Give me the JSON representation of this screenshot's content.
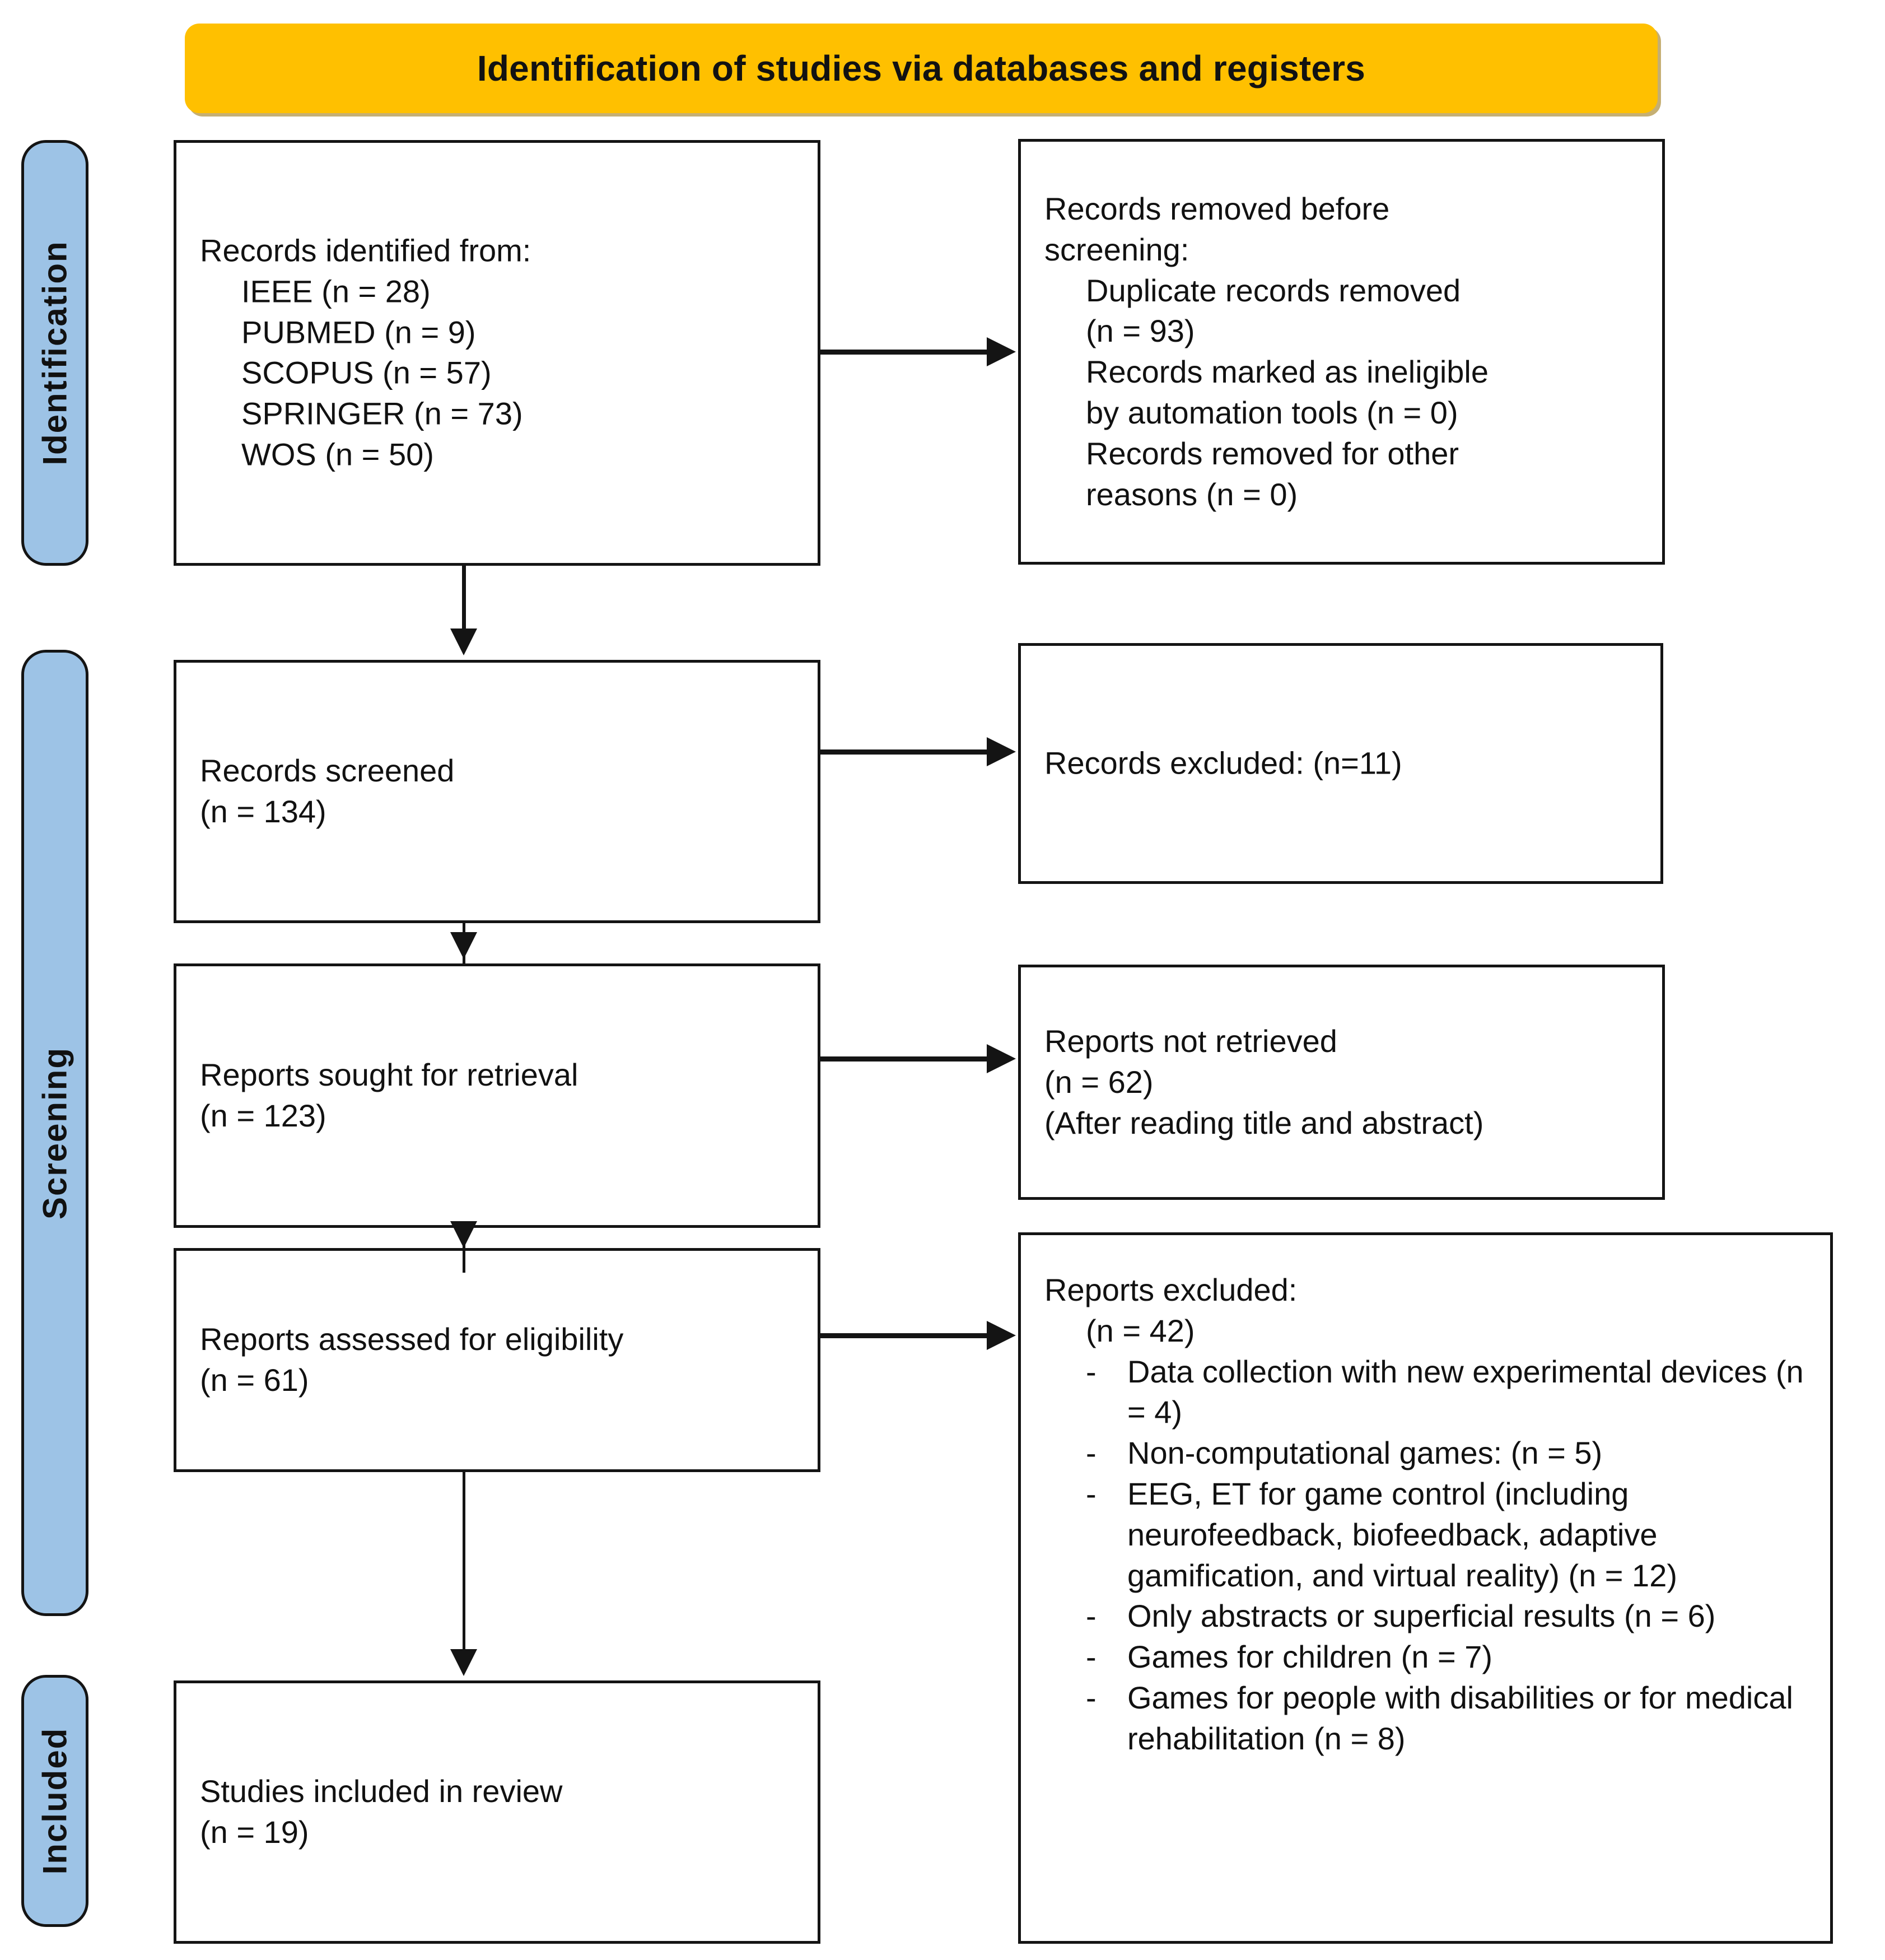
{
  "banner": {
    "title": "Identification of studies via databases and registers",
    "bg_color": "#FFC000"
  },
  "rails": {
    "bg_color": "#9DC3E6",
    "identification": "Identification",
    "screening": "Screening",
    "included": "Included"
  },
  "boxes": {
    "identified": {
      "heading": "Records identified from:",
      "sources": [
        "IEEE (n = 28)",
        "PUBMED (n = 9)",
        "SCOPUS (n = 57)",
        "SPRINGER (n = 73)",
        "WOS (n = 50)"
      ]
    },
    "removed": {
      "heading_part1": "Records removed ",
      "heading_italic1": "before",
      "heading_italic2": "screening",
      "heading_colon": ":",
      "items": [
        "Duplicate records removed",
        "(n = 93)",
        "Records marked as ineligible",
        "by automation tools (n = 0)",
        "Records removed for other",
        "reasons (n = 0)"
      ]
    },
    "screened": {
      "line1": "Records screened",
      "line2": "(n = 134)"
    },
    "excluded_records": {
      "line1": "Records excluded: (n=11)"
    },
    "sought": {
      "line1": "Reports sought for retrieval",
      "line2": "(n = 123)"
    },
    "not_retrieved": {
      "line1": "Reports not retrieved",
      "line2": "(n = 62)",
      "line3": "(After reading title and abstract)"
    },
    "assessed": {
      "line1": "Reports assessed for eligibility",
      "line2": "(n = 61)"
    },
    "excluded_reports": {
      "heading": "Reports excluded:",
      "count": "(n = 42)",
      "bullet_marker": "-",
      "reasons": [
        "Data collection with new experimental devices (n = 4)",
        "Non-computational games: (n = 5)",
        "EEG, ET for game control (including neurofeedback, biofeedback, adaptive gamification, and virtual reality) (n = 12)",
        "Only abstracts or superficial results (n = 6)",
        "Games for children (n = 7)",
        "Games for people with disabilities or for medical rehabilitation (n = 8)"
      ]
    },
    "included": {
      "line1": "Studies included in review",
      "line2": "(n = 19)"
    }
  }
}
